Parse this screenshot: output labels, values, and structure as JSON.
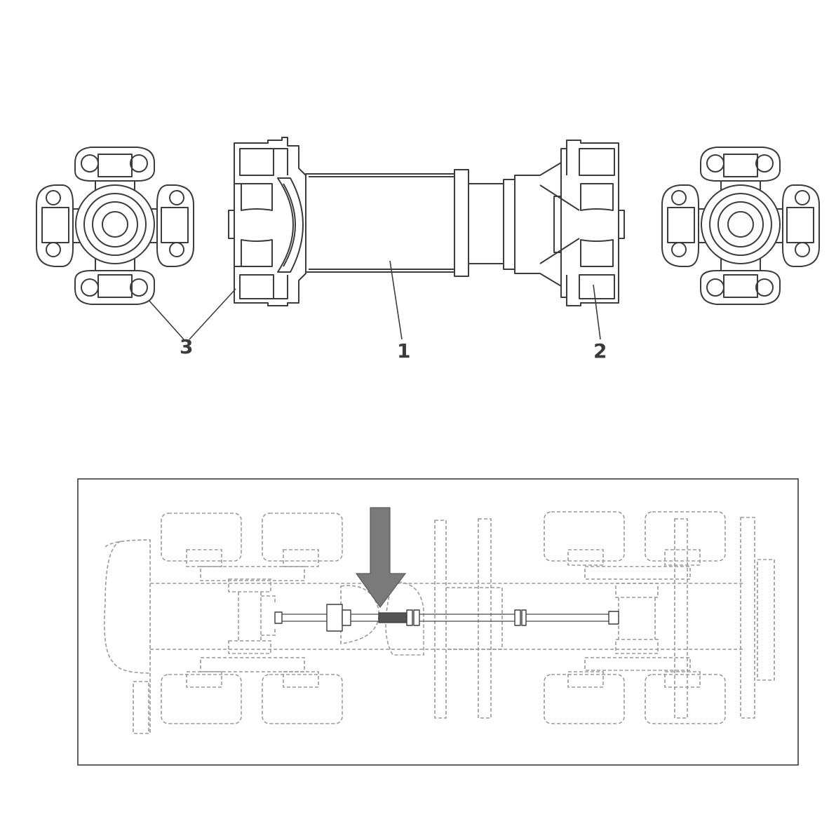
{
  "callouts": {
    "c1": "1",
    "c2": "2",
    "c3": "3"
  },
  "colors": {
    "line": "#3c3c3c",
    "dashed": "#9a9a9a",
    "arrow": "#7a7a7a",
    "highlight": "#555555"
  },
  "icons": {
    "pointer": "down-arrow-icon"
  }
}
